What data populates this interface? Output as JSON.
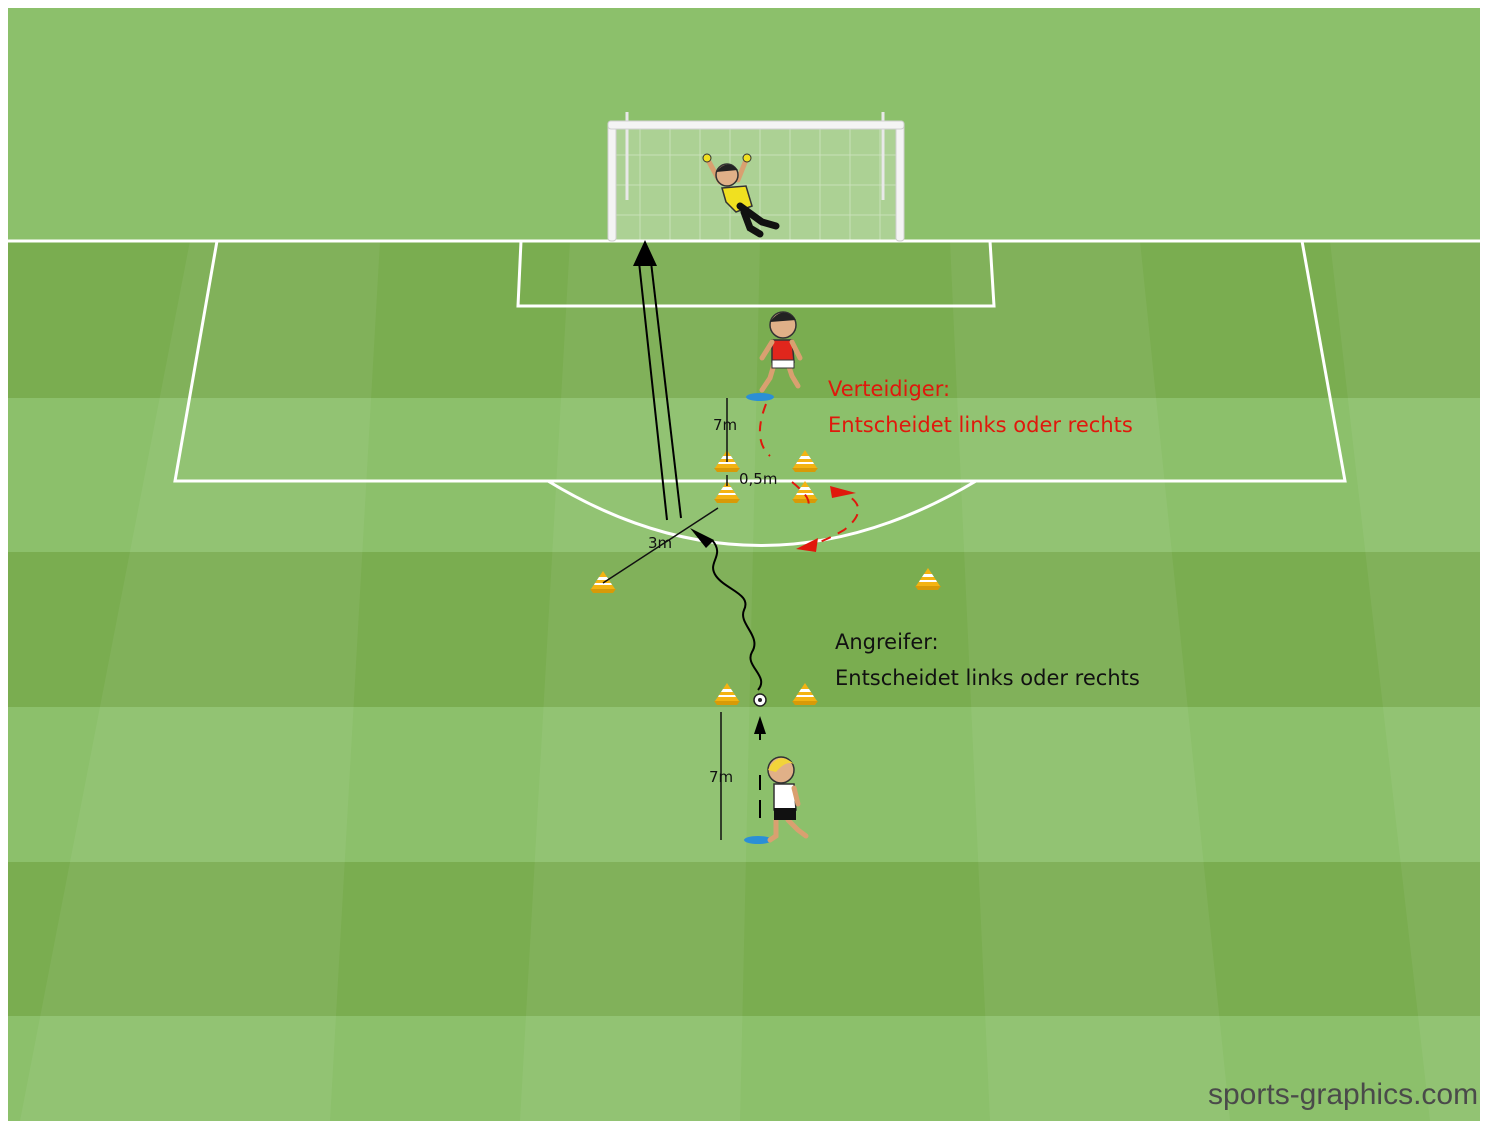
{
  "colors": {
    "grass_light": "#8cc06b",
    "grass_dark": "#7aad50",
    "lines": "#ffffff",
    "defender_text": "#e0180c",
    "attacker_text": "#111111",
    "cone": "#f4b312",
    "marker_disc": "#2b8fd6",
    "keeper_shirt": "#f0e020",
    "defender_shirt": "#e0261c"
  },
  "labels": {
    "defender_title": "Verteidiger:",
    "defender_desc": "Entscheidet links oder rechts",
    "attacker_title": "Angreifer:",
    "attacker_desc": "Entscheidet links oder rechts",
    "dist_defender": "7m",
    "dist_gate": "0,5m",
    "dist_diagonal": "3m",
    "dist_attacker": "7m",
    "credit": "sports-graphics.com"
  },
  "elements": {
    "goalkeeper": "goalkeeper-figure",
    "defender": "defender-figure",
    "attacker": "attacker-figure",
    "ball": "soccer-ball-icon",
    "cone": "cone-icon",
    "marker": "marker-disc-icon"
  }
}
